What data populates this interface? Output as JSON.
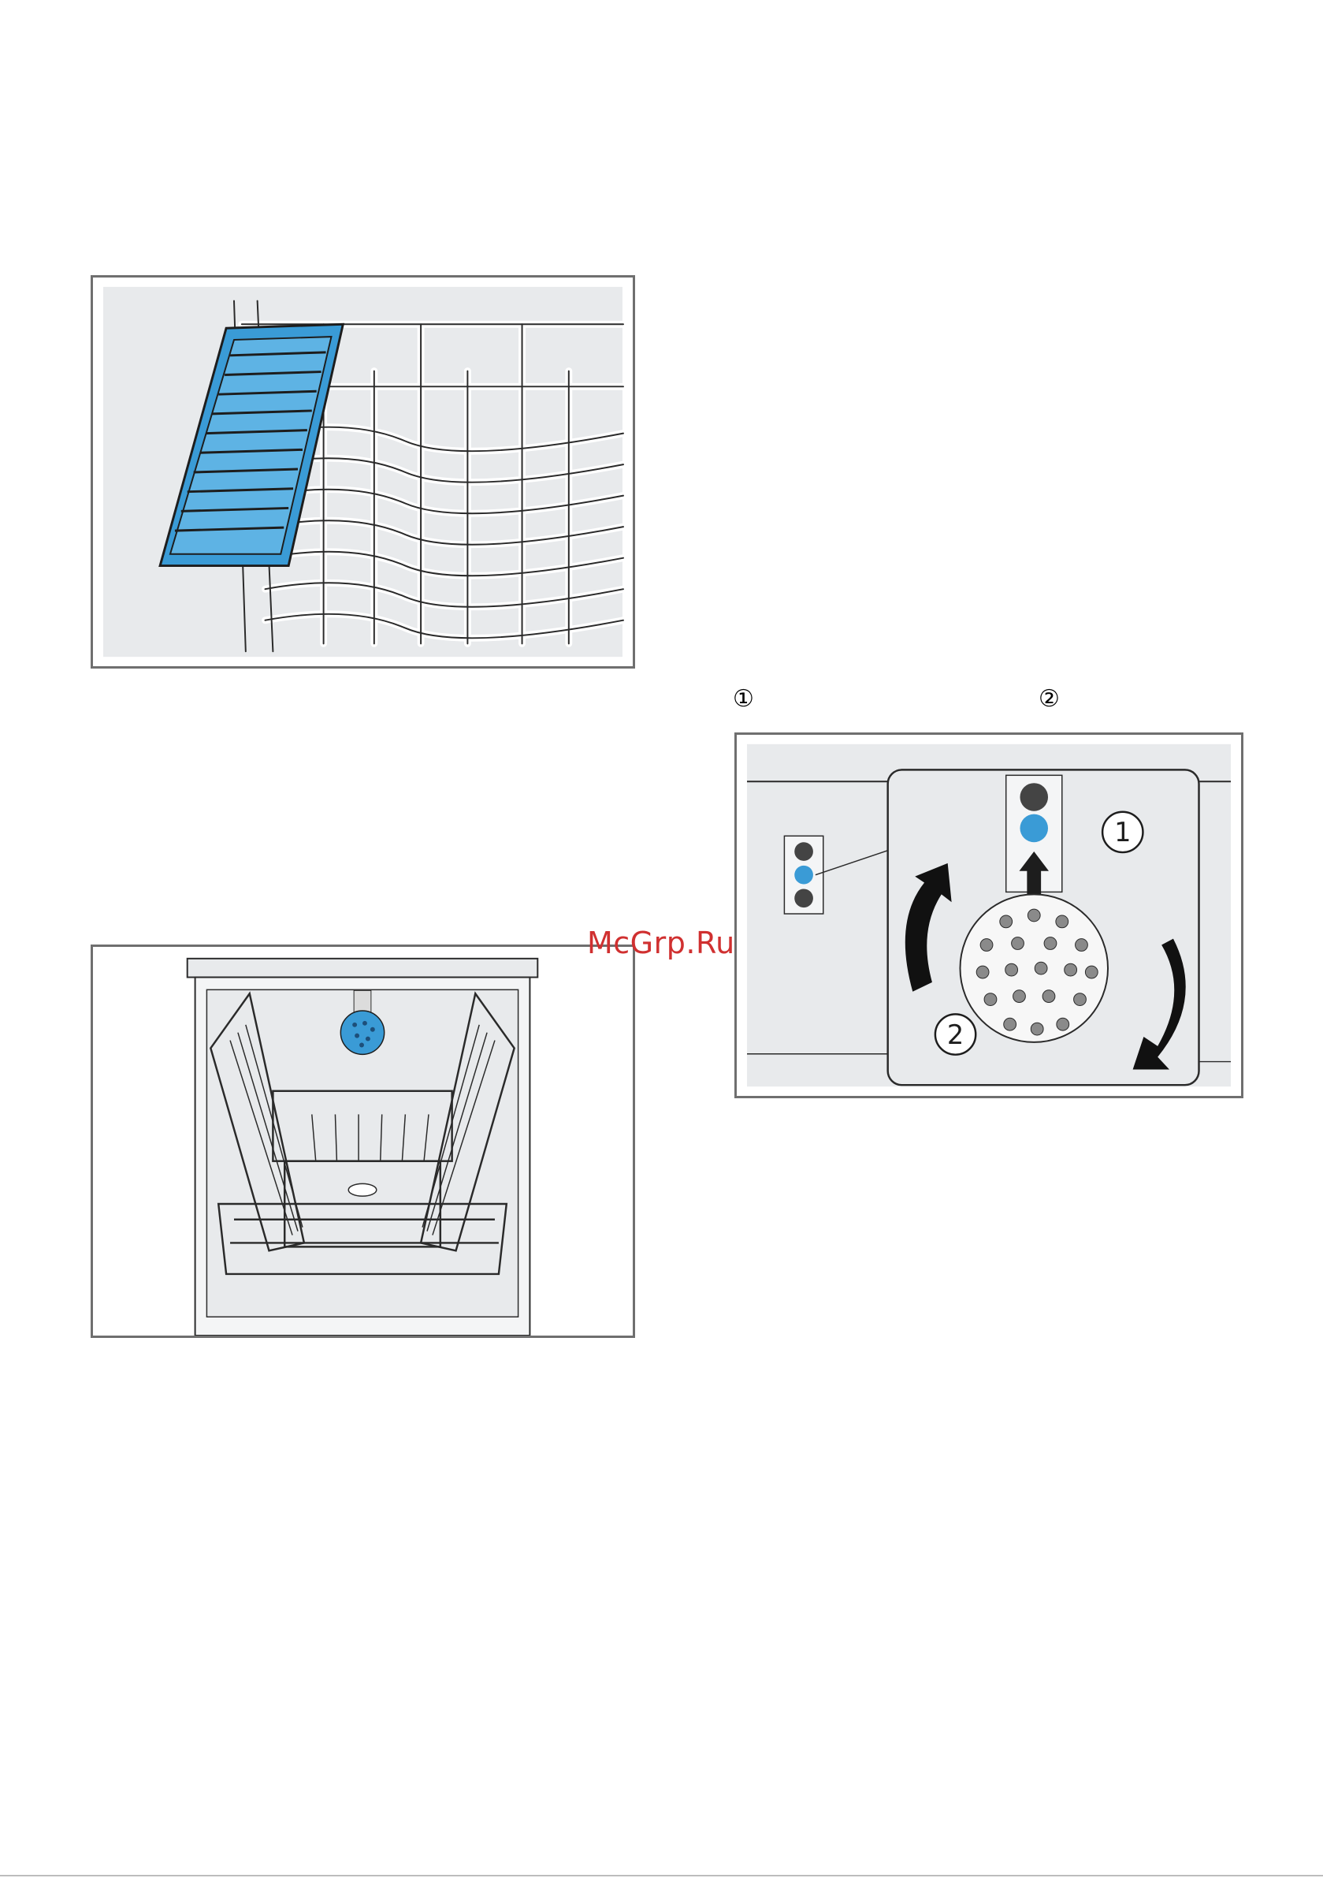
{
  "markers": {
    "one": "①",
    "two": "②"
  },
  "watermark": "McGrp.Ru",
  "figures": {
    "basket": {
      "icon": "cutlery-basket-illustration",
      "accent": "#3a9bd6"
    },
    "dishwasher": {
      "icon": "dishwasher-interior-illustration",
      "accent": "#3a9bd6"
    },
    "spray": {
      "icon": "spray-arm-nozzle-illustration",
      "accent": "#2e8fd1",
      "callout_1": "1",
      "callout_2": "2"
    }
  }
}
